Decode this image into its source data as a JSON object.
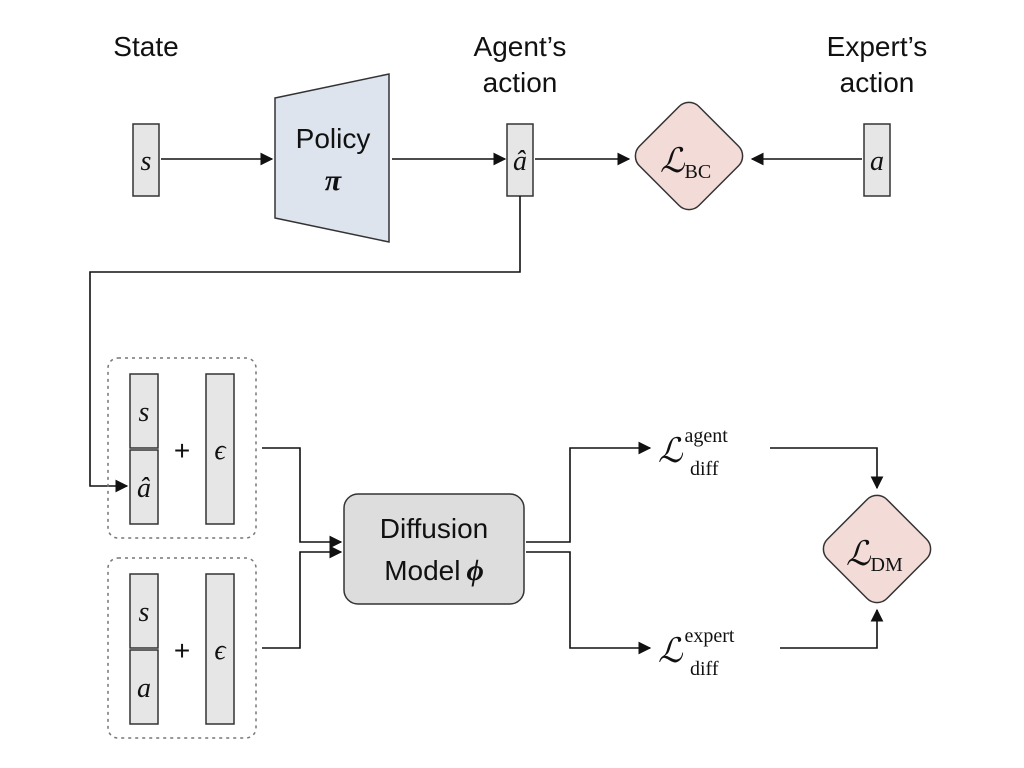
{
  "labels": {
    "state": "State",
    "agent_action_line1": "Agent’s",
    "agent_action_line2": "action",
    "expert_action_line1": "Expert’s",
    "expert_action_line2": "action"
  },
  "policy": {
    "line1": "Policy",
    "symbol": "π"
  },
  "symbols": {
    "s": "s",
    "a_hat": "â",
    "a": "a",
    "epsilon": "ϵ",
    "plus": "+"
  },
  "losses": {
    "bc": {
      "main": "ℒ",
      "sub": "BC"
    },
    "dm": {
      "main": "ℒ",
      "sub": "DM"
    },
    "diff_agent": {
      "main": "ℒ",
      "sub": "diff",
      "sup": "agent"
    },
    "diff_expert": {
      "main": "ℒ",
      "sub": "diff",
      "sup": "expert"
    }
  },
  "diffusion": {
    "line1": "Diffusion",
    "line2": "Model",
    "symbol": "ϕ"
  },
  "colors": {
    "policy_fill": "#dde4ee",
    "loss_fill": "#f3dcd8",
    "diffusion_fill": "#dddddd",
    "vector_fill": "#e6e6e6"
  }
}
